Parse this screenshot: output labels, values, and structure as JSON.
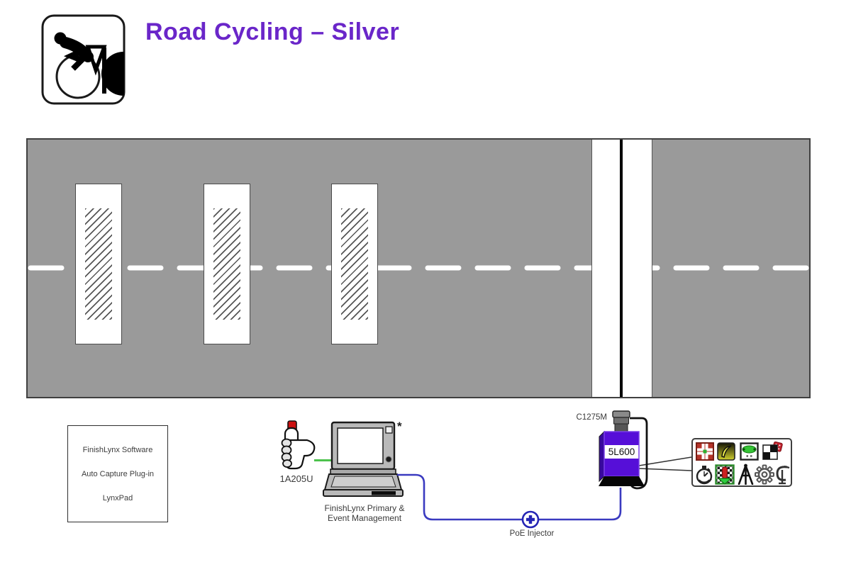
{
  "header": {
    "title": "Road Cycling – Silver",
    "title_color": "#6a26c9",
    "pictogram": "road-cyclist"
  },
  "course": {
    "road_color": "#9a9a9a",
    "centerline_color": "#ffffff",
    "capture_zone_count": 3,
    "finish_line_color": "#000000"
  },
  "software_box": {
    "lines": [
      "FinishLynx Software",
      "Auto Capture Plug-in",
      "LynxPad"
    ]
  },
  "start_button": {
    "label": "1A205U",
    "button_color": "#cc1111"
  },
  "computer": {
    "label_line1": "FinishLynx Primary &",
    "label_line2": "Event Management",
    "note": "*"
  },
  "poe": {
    "label": "PoE Injector"
  },
  "camera": {
    "lens_model": "C1275M",
    "camera_model": "5L600",
    "body_color": "#560fd8"
  },
  "accessories": {
    "icons": [
      "red-grid-flag",
      "lens-curve",
      "bubble-level",
      "checker-dice",
      "stopwatch",
      "gate-alignment",
      "tripod",
      "gear",
      "clamp"
    ]
  },
  "connections": {
    "start_cable_color": "#4cc24c",
    "ethernet_cable_color": "#3a3ac0"
  }
}
